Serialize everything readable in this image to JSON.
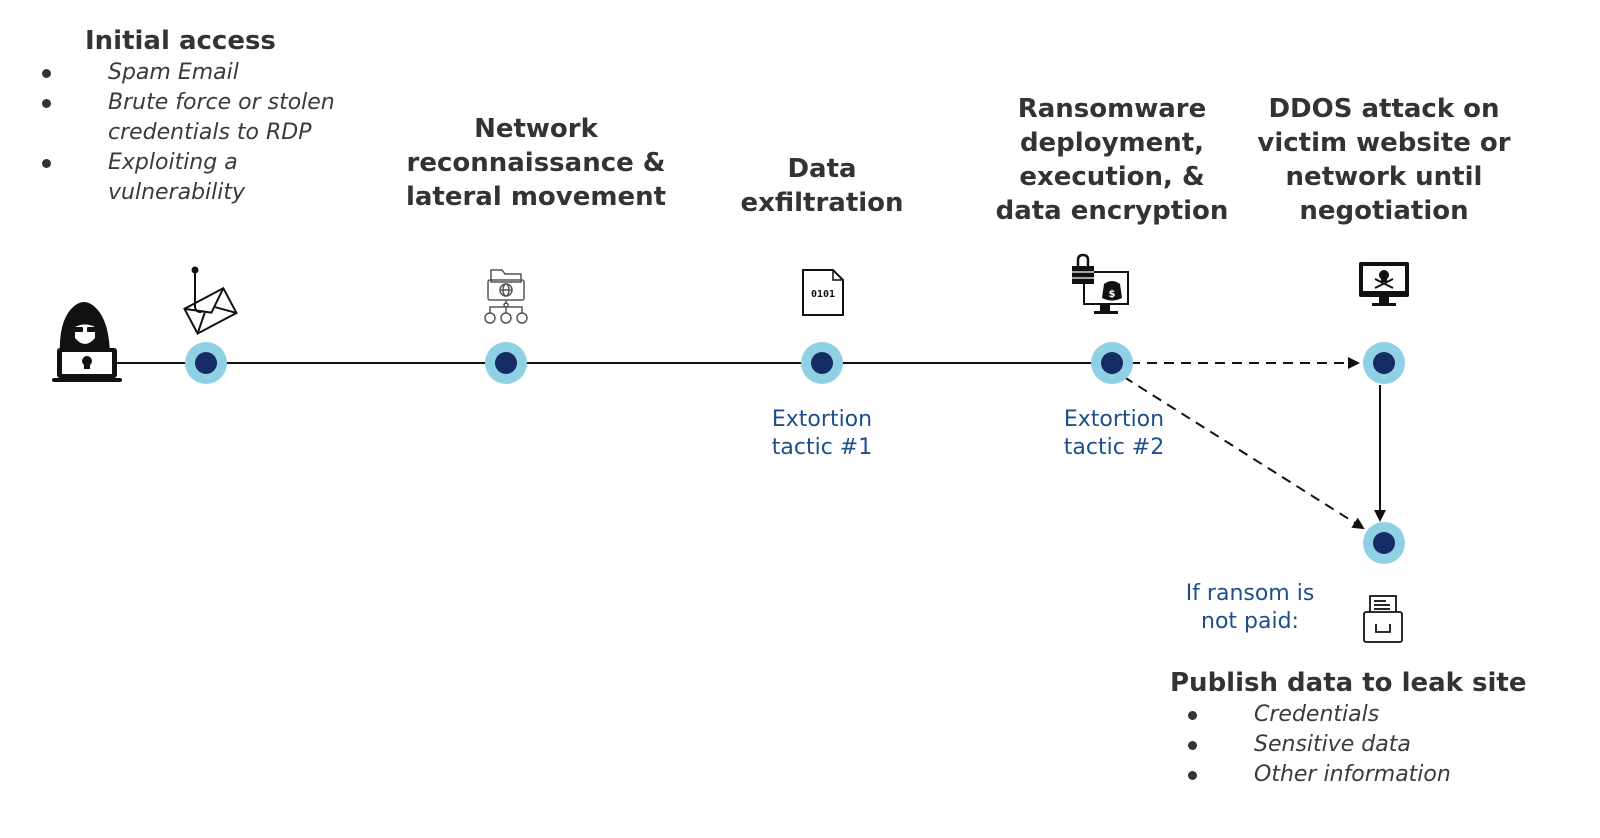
{
  "colors": {
    "node_outer": "#8fd0e4",
    "node_inner": "#152c66",
    "line": "#111111",
    "title_text": "#333336",
    "label_blue": "#1f4e8c"
  },
  "stages": [
    {
      "id": "initial-access",
      "title": "Initial access",
      "icon": "phishing-email-icon",
      "bullets": [
        "Spam Email",
        "Brute force or stolen credentials to RDP",
        "Exploiting a vulnerability"
      ]
    },
    {
      "id": "network-recon",
      "title_lines": [
        "Network",
        "reconnaissance &",
        "lateral movement"
      ],
      "icon": "network-folder-icon"
    },
    {
      "id": "data-exfiltration",
      "title_lines": [
        "Data",
        "exfiltration"
      ],
      "icon": "binary-file-icon",
      "file_text": "0101",
      "label_lines": [
        "Extortion",
        "tactic #1"
      ]
    },
    {
      "id": "ransomware-deployment",
      "title_lines": [
        "Ransomware",
        "deployment,",
        "execution, &",
        "data encryption"
      ],
      "icon": "locked-ransom-computer-icon",
      "label_lines": [
        "Extortion",
        "tactic #2"
      ]
    },
    {
      "id": "ddos-attack",
      "title_lines": [
        "DDOS attack on",
        "victim website or",
        "network until",
        "negotiation"
      ],
      "icon": "skull-monitor-icon"
    },
    {
      "id": "publish-leak",
      "condition_lines": [
        "If ransom is",
        "not paid:"
      ],
      "icon": "document-printer-icon",
      "title": "Publish data to leak site",
      "bullets": [
        "Credentials",
        "Sensitive data",
        "Other information"
      ]
    }
  ],
  "actor": {
    "icon": "hacker-icon"
  }
}
